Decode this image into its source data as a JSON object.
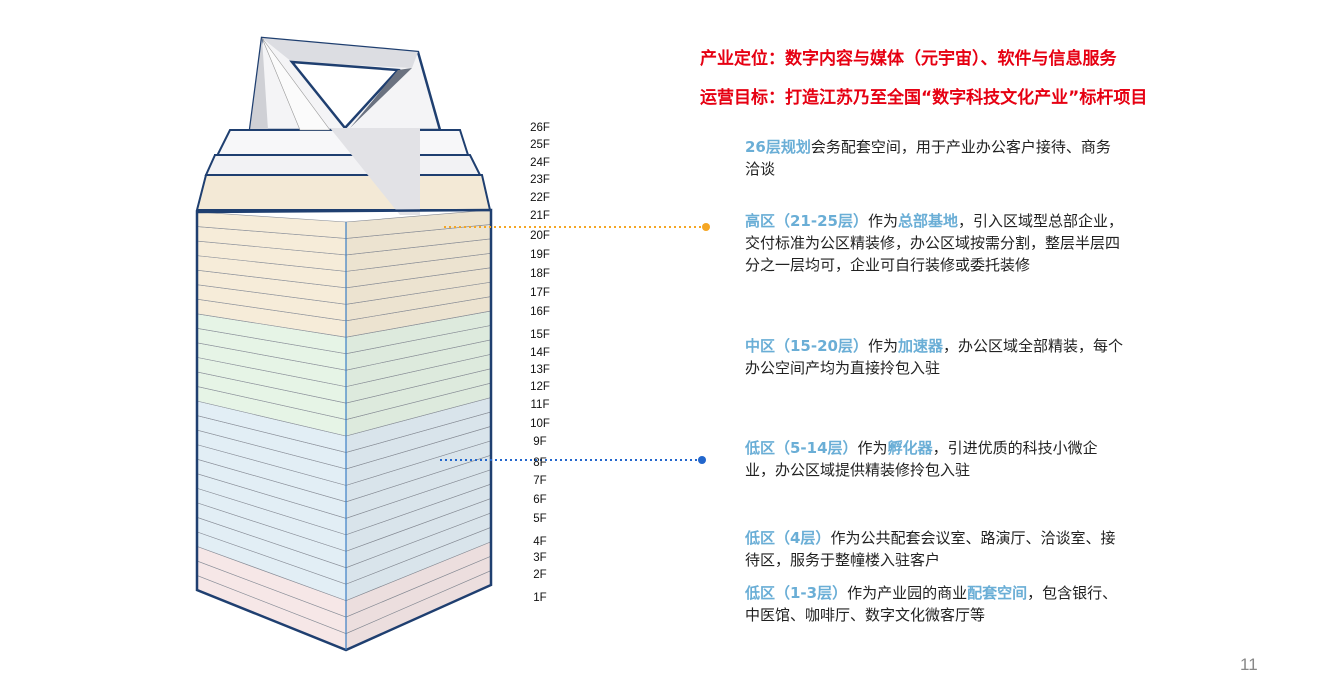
{
  "header": {
    "positioning": "产业定位：数字内容与媒体（元宇宙）、软件与信息服务",
    "goal": "运营目标：打造江苏乃至全国“数字科技文化产业”标杆项目"
  },
  "floors": [
    "26F",
    "25F",
    "24F",
    "23F",
    "22F",
    "21F",
    "20F",
    "19F",
    "18F",
    "17F",
    "16F",
    "15F",
    "14F",
    "13F",
    "12F",
    "11F",
    "10F",
    "9F",
    "8F",
    "7F",
    "6F",
    "5F",
    "4F",
    "3F",
    "2F",
    "1F"
  ],
  "zones": [
    {
      "title": "26层规划",
      "parts": [
        "会务配套空间，用于产业办公客户接待、商务洽谈"
      ]
    },
    {
      "title": "高区（21-25层）",
      "pre": "作为",
      "key": "总部基地",
      "post": "，引入区域型总部企业，交付标准为公区精装修，办公区域按需分割，整层半层四分之一层均可，企业可自行装修或委托装修"
    },
    {
      "title": "中区（15-20层）",
      "pre": "作为",
      "key": "加速器",
      "post": "，办公区域全部精装，每个办公空间产均为直接拎包入驻"
    },
    {
      "title": "低区（5-14层）",
      "pre": "作为",
      "key": "孵化器",
      "post": "，引进优质的科技小微企业，办公区域提供精装修拎包入驻"
    },
    {
      "title": "低区（4层）",
      "pre": "作为公共配套会议室、路演厅、洽谈室、接待区，服务于整幢楼入驻客户",
      "key": "",
      "post": ""
    },
    {
      "title": "低区（1-3层）",
      "pre": "作为产业园的商业",
      "key": "配套空间",
      "post": "，包含银行、中医馆、咖啡厅、数字文化微客厅等"
    }
  ],
  "colors": {
    "title_red": "#e60012",
    "highlight": "#6aaed6",
    "high_zone": "#f6ecd9",
    "mid_zone": "#e6f4e6",
    "low_zone": "#e2eef5",
    "base_zone": "#f6e7e7",
    "orange_leader": "#f5a623",
    "blue_leader": "#2266cc"
  },
  "page_number": "11"
}
